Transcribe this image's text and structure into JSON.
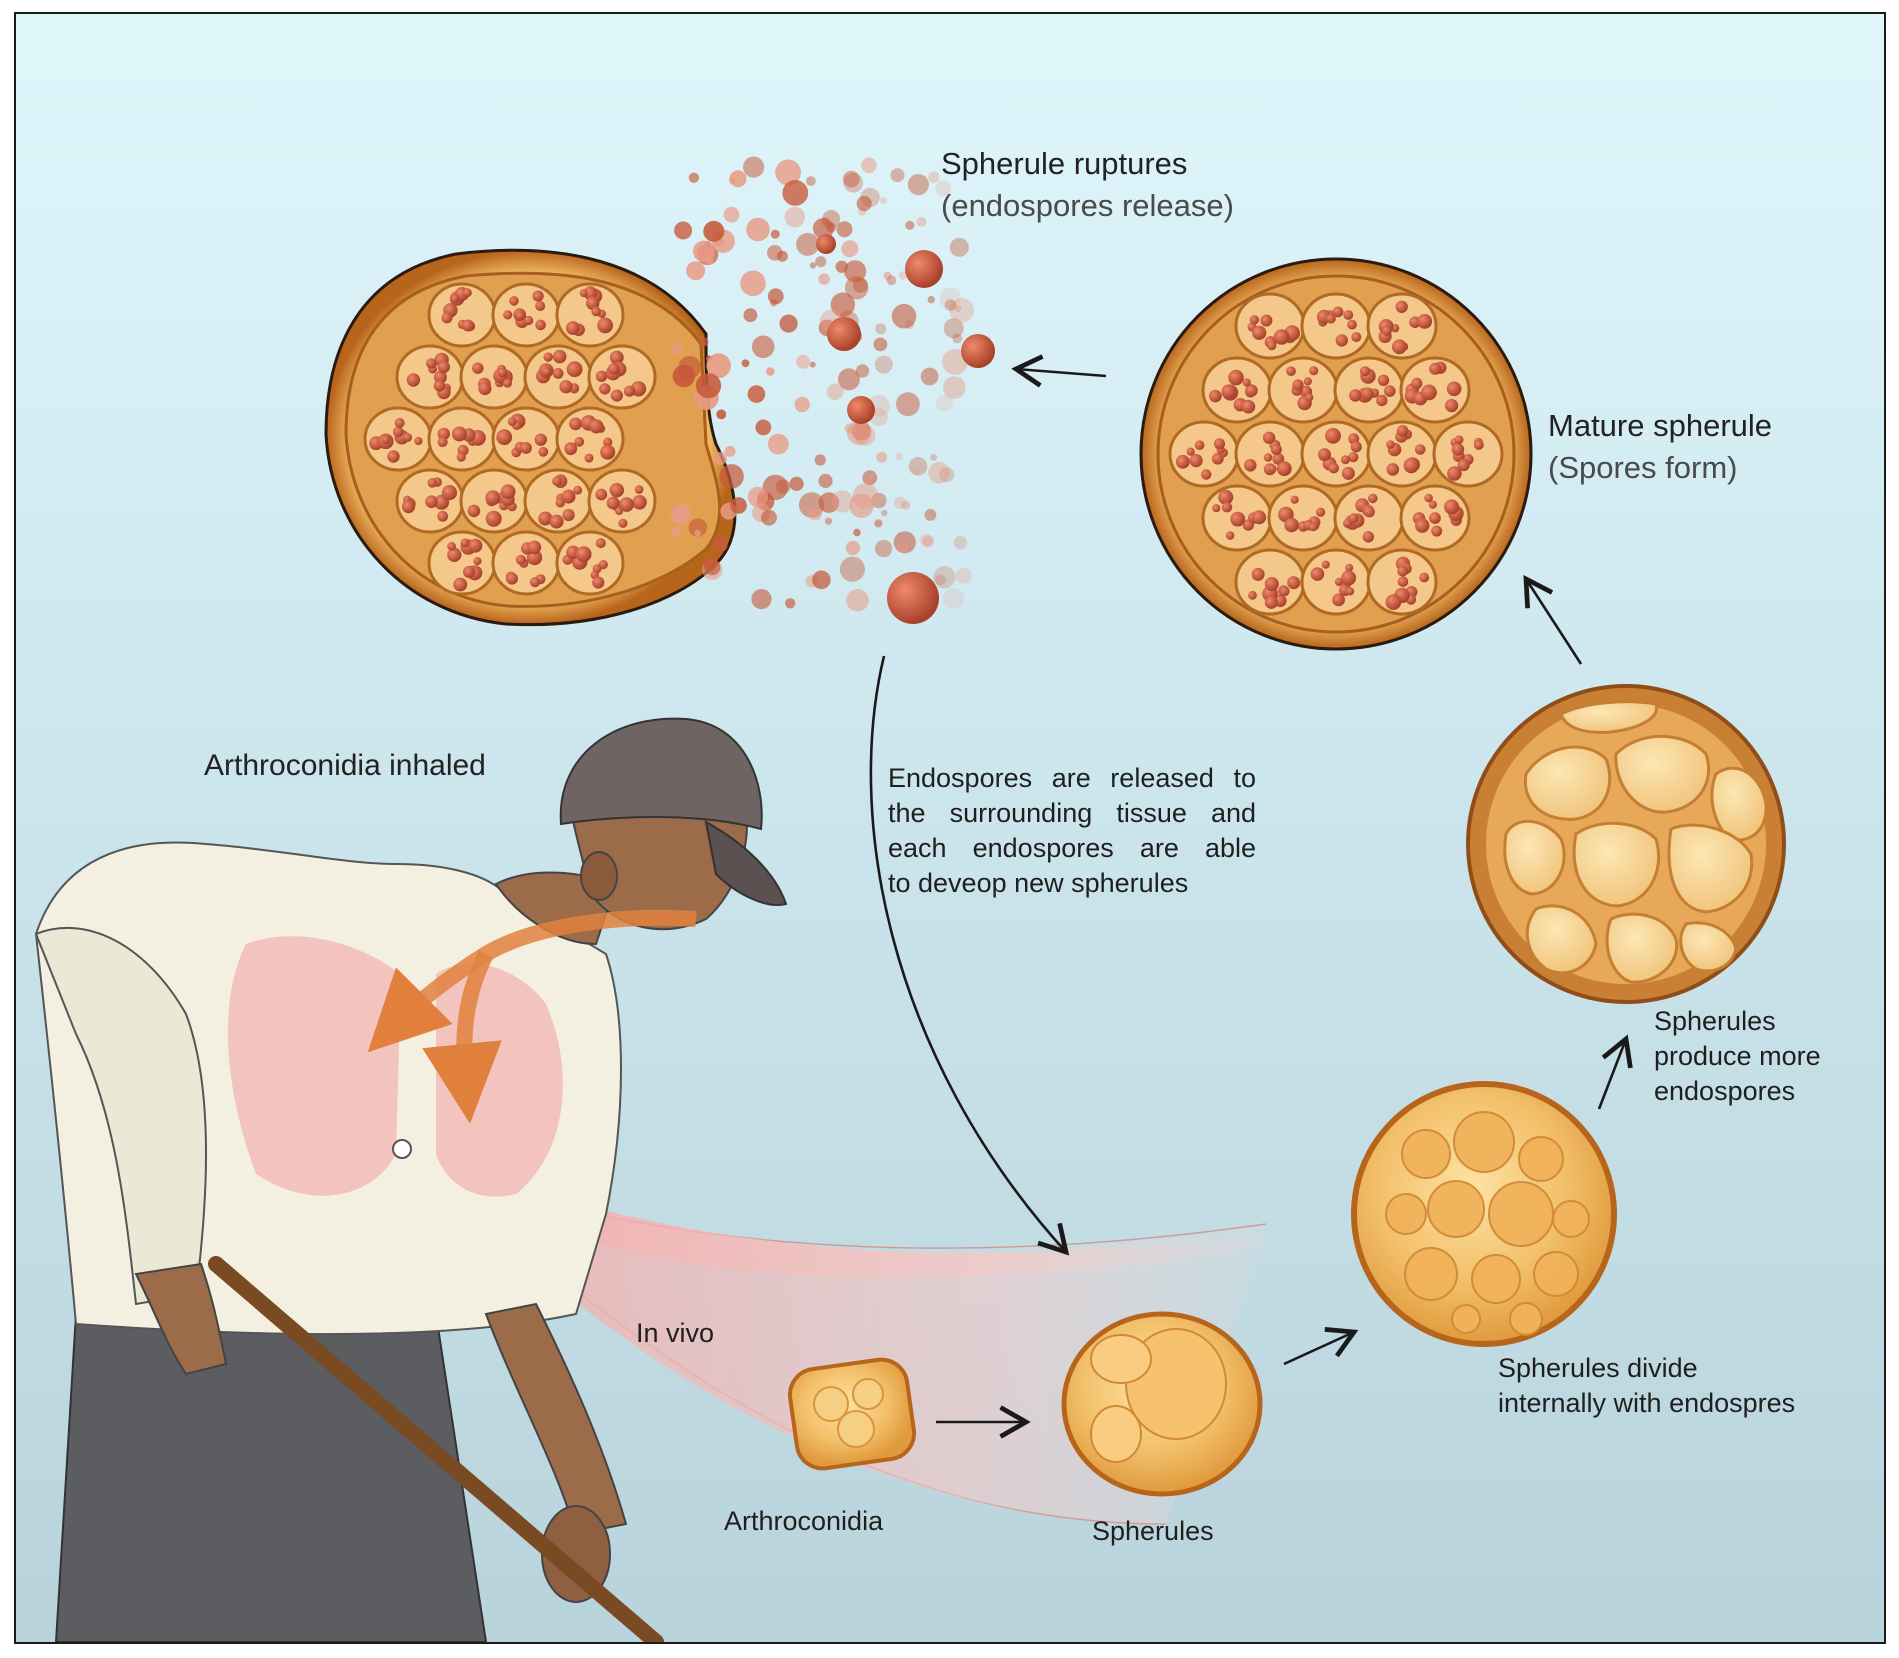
{
  "labels": {
    "rupture_title": "Spherule ruptures",
    "rupture_sub": "(endospores release)",
    "mature_title": "Mature spherule",
    "mature_sub": "(Spores form)",
    "inhaled": "Arthroconidia inhaled",
    "produce": [
      "Spherules",
      "produce more",
      "endospores"
    ],
    "divide": [
      "Spherules divide",
      "internally with endospres"
    ],
    "in_vivo": "In vivo",
    "arthroconidia": "Arthroconidia",
    "spherules": "Spherules"
  },
  "release_text": [
    "Endospores are released to",
    "the surrounding tissue and",
    "each endospores are able",
    "to deveop new spherules"
  ],
  "colors": {
    "background_top": "#dff6fb",
    "background_bottom": "#b9d3dc",
    "spherule_rim": "#b86a1e",
    "spherule_fill": "#f2c06a",
    "endospore": "#c65a3a",
    "lung": "#f3b8b4",
    "airflow_arrow": "#e0813e"
  },
  "icons": [
    "cycle-arrow-icon",
    "person-illustration",
    "lungs-icon"
  ]
}
